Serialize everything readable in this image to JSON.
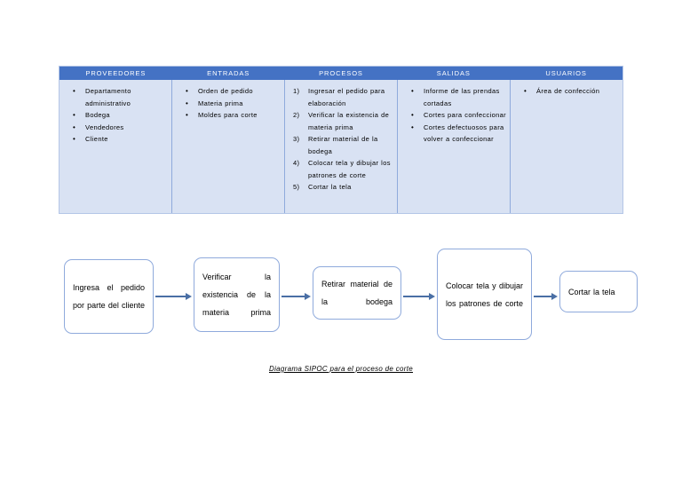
{
  "sipoc": {
    "columns": [
      {
        "header": "PROVEEDORES",
        "list_type": "bulleted",
        "items": [
          "Departamento administrativo",
          "Bodega",
          "Vendedores",
          "Cliente"
        ]
      },
      {
        "header": "ENTRADAS",
        "list_type": "bulleted",
        "items": [
          "Orden de pedido",
          "Materia prima",
          "Moldes para corte"
        ]
      },
      {
        "header": "PROCESOS",
        "list_type": "numbered",
        "items": [
          "Ingresar el pedido para elaboración",
          "Verificar la existencia de materia prima",
          "Retirar material de la bodega",
          "Colocar tela y dibujar los patrones de corte",
          "Cortar la tela"
        ],
        "markers": [
          "1)",
          "2)",
          "3)",
          "4)",
          "5)"
        ]
      },
      {
        "header": "SALIDAS",
        "list_type": "bulleted",
        "items": [
          "Informe de las prendas cortadas",
          "Cortes para confeccionar",
          "Cortes defectuosos para volver a confeccionar"
        ]
      },
      {
        "header": "USUARIOS",
        "list_type": "bulleted",
        "items": [
          "Área de confección"
        ]
      }
    ]
  },
  "flowchart": {
    "steps": [
      {
        "label": "Ingresa el pedido por parte del cliente"
      },
      {
        "label": "Verificar la existencia de la materia prima"
      },
      {
        "label": "Retirar material de la bodega"
      },
      {
        "label": "Colocar tela y dibujar los patrones de corte"
      },
      {
        "label": "Cortar la tela"
      }
    ]
  },
  "caption": {
    "text": "Diagrama SIPOC para el proceso de corte"
  },
  "colors": {
    "header_band": "#4472C4",
    "body_fill": "#D9E2F3",
    "divider": "#8FAADC",
    "arrow": "#4A6FA5",
    "box_border": "#8FAADC"
  }
}
